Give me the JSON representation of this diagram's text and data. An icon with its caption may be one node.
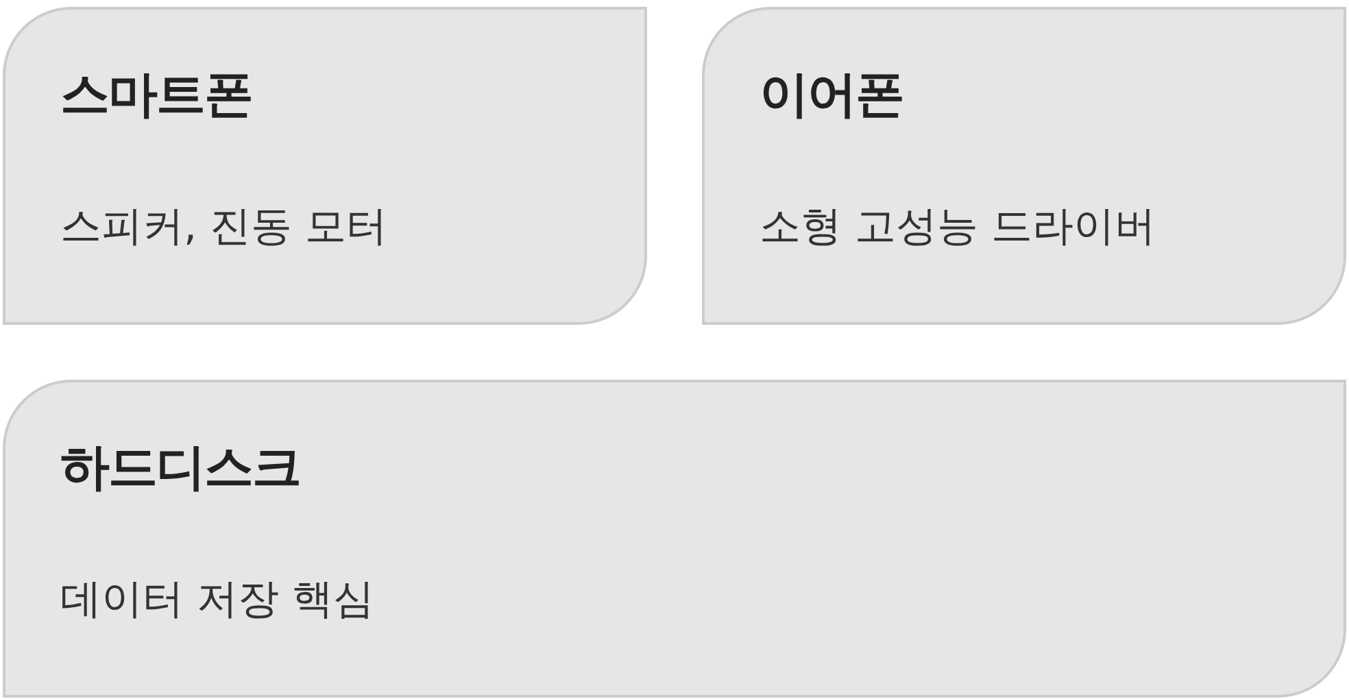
{
  "diagram": {
    "nodes": [
      {
        "text": [
          "스마트폰",
          "스피커, 진동 모터"
        ]
      },
      {
        "text": [
          "이어폰",
          "소형 고성능 드라이버"
        ]
      },
      {
        "text": [
          "하드디스크",
          "데이터 저장 핵심"
        ]
      }
    ]
  }
}
